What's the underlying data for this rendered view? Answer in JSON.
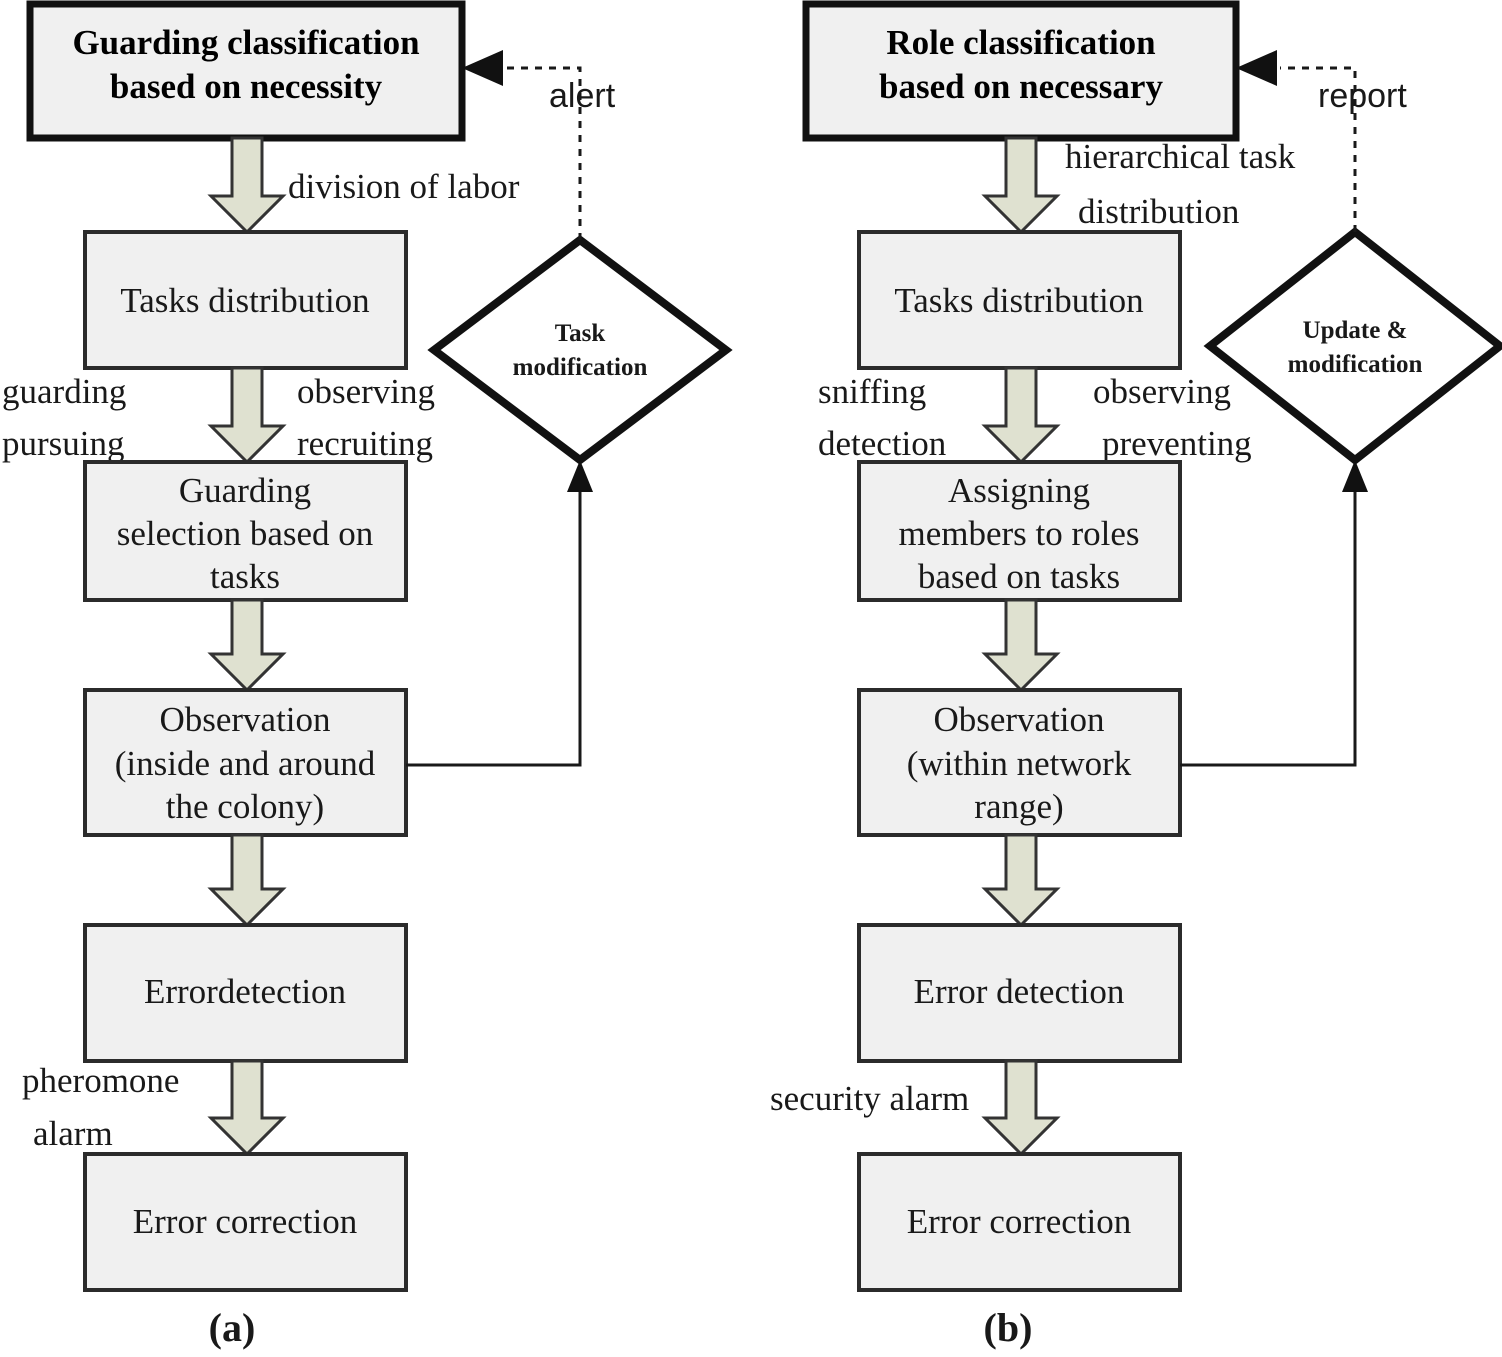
{
  "figure": {
    "background_color": "#ffffff",
    "box_fill": "#f0f0f0",
    "box_stroke": "#2b2b2b",
    "header_stroke": "#111111",
    "arrow_fill": "#dfe1d0",
    "arrow_stroke": "#333333",
    "line_color": "#191919",
    "text_color": "#191919"
  },
  "panels": [
    {
      "id": "a",
      "caption": "(a)",
      "header": {
        "line1": "Guarding classification",
        "line2": "based on necessity"
      },
      "nodes": [
        {
          "id": "tasks",
          "lines": [
            "Tasks distribution"
          ]
        },
        {
          "id": "selection",
          "lines": [
            "Guarding",
            "selection based on",
            "tasks"
          ]
        },
        {
          "id": "observation",
          "lines": [
            "Observation",
            "(inside and around",
            "the colony)"
          ]
        },
        {
          "id": "detection",
          "lines": [
            "Errordetection"
          ]
        },
        {
          "id": "correction",
          "lines": [
            "Error correction"
          ]
        }
      ],
      "decision": {
        "id": "task-modification",
        "lines": [
          "Task",
          "modification"
        ]
      },
      "edge_labels": {
        "header_to_tasks": [
          "division of labor"
        ],
        "tasks_to_selection_left": [
          "guarding",
          "pursuing"
        ],
        "tasks_to_selection_right": [
          "observing",
          "recruiting"
        ],
        "detection_to_correction": [
          "pheromone",
          "alarm"
        ],
        "feedback": "alert"
      }
    },
    {
      "id": "b",
      "caption": "(b)",
      "header": {
        "line1": "Role classification",
        "line2": "based on necessary"
      },
      "nodes": [
        {
          "id": "tasks",
          "lines": [
            "Tasks distribution"
          ]
        },
        {
          "id": "selection",
          "lines": [
            "Assigning",
            "members to roles",
            "based on tasks"
          ]
        },
        {
          "id": "observation",
          "lines": [
            "Observation",
            "(within network",
            "range)"
          ]
        },
        {
          "id": "detection",
          "lines": [
            "Error detection"
          ]
        },
        {
          "id": "correction",
          "lines": [
            "Error correction"
          ]
        }
      ],
      "decision": {
        "id": "update-modification",
        "lines": [
          "Update &",
          "modification"
        ]
      },
      "edge_labels": {
        "header_to_tasks": [
          "hierarchical task",
          "distribution"
        ],
        "tasks_to_selection_left": [
          "sniffing",
          "detection"
        ],
        "tasks_to_selection_right": [
          "observing",
          "preventing"
        ],
        "detection_to_correction": [
          "security alarm"
        ],
        "feedback": "report"
      }
    }
  ]
}
